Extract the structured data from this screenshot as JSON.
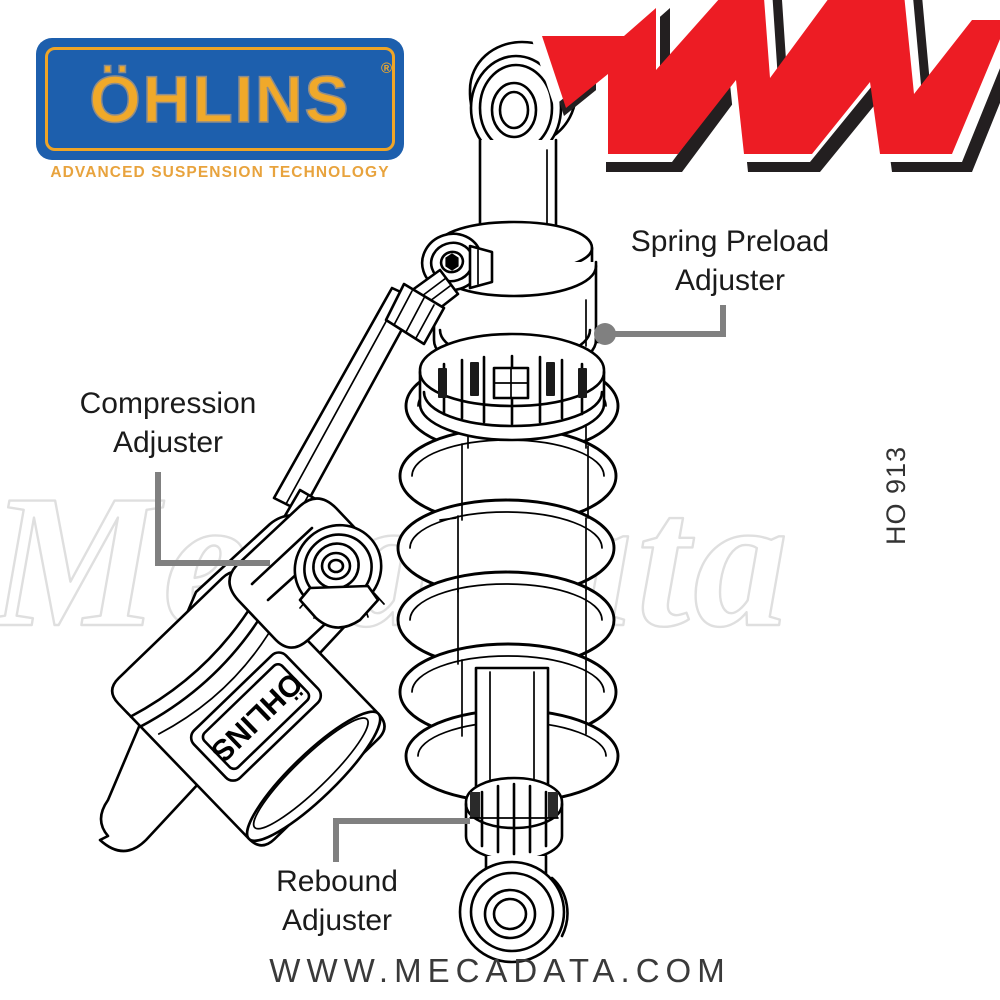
{
  "document": {
    "kind": "technical-exploded-diagram",
    "subject": "Ohlins motorcycle rear shock absorber",
    "part_code": "HO 913"
  },
  "brand_logo": {
    "wordmark": "ÖHLINS",
    "registered_mark": "®",
    "tagline": "ADVANCED  SUSPENSION  TECHNOLOGY",
    "plate_color": "#1D5FAD",
    "text_color": "#F0A92A",
    "tagline_color": "#E8A33D"
  },
  "site_logo": {
    "letter": "M",
    "fill_color": "#ED1C24",
    "shadow_color": "#231F20",
    "outline_color": "#FFFFFF"
  },
  "watermark": {
    "text": "Mecadata",
    "outline_color": "#DEDEDE"
  },
  "callouts": [
    {
      "id": "spring-preload",
      "label": "Spring Preload\nAdjuster",
      "line_color": "#808080",
      "marker": "dot"
    },
    {
      "id": "compression",
      "label": "Compression\nAdjuster",
      "line_color": "#808080",
      "marker": "none"
    },
    {
      "id": "rebound",
      "label": "Rebound\nAdjuster",
      "line_color": "#808080",
      "marker": "none"
    }
  ],
  "footer": {
    "url": "WWW.MECADATA.COM",
    "color": "#3a3a3a"
  },
  "drawing": {
    "line_color": "#000000",
    "fill_color": "#ffffff",
    "parts": [
      "upper-eyelet-bearing",
      "shock-body-top-cap",
      "hose-banjo-fitting-upper",
      "hydraulic-hose",
      "remote-reservoir",
      "compression-adjuster-knob",
      "reservoir-ohlins-badge",
      "spring-preload-collar",
      "main-coil-spring",
      "damper-shaft",
      "rebound-adjuster-knob",
      "lower-eyelet-bearing"
    ]
  }
}
